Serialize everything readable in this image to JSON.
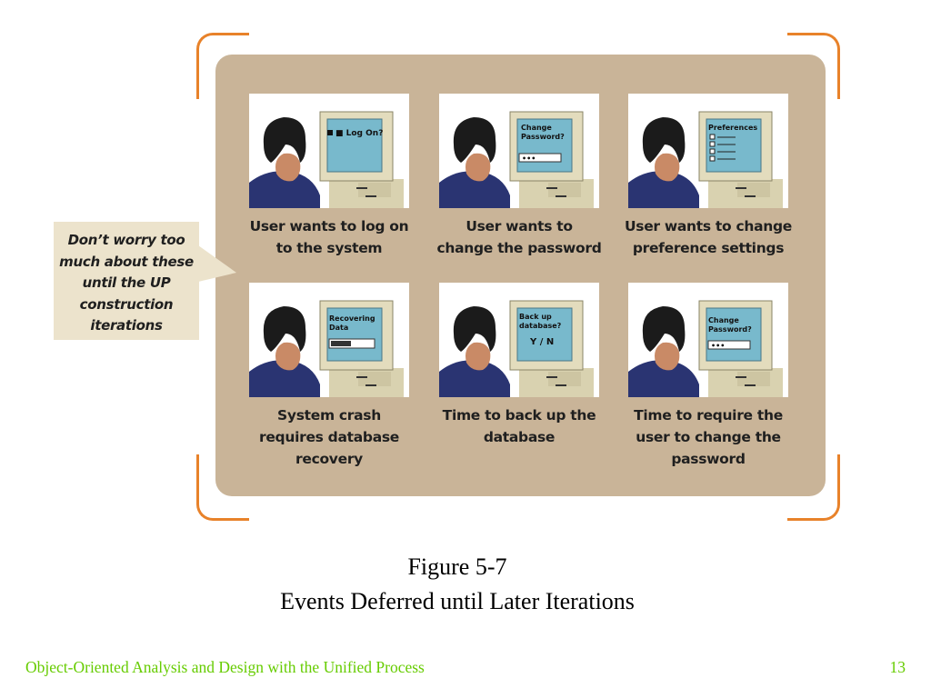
{
  "callout": {
    "text": "Don’t worry too\nmuch about these\nuntil the UP\nconstruction\niterations"
  },
  "panels": [
    {
      "screen_lines": [
        "■ Log On?"
      ],
      "caption": "User wants to log on\nto the system"
    },
    {
      "screen_lines": [
        "Change",
        "Password?",
        "•••"
      ],
      "caption": "User wants to\nchange the password"
    },
    {
      "screen_lines": [
        "Preferences"
      ],
      "caption": "User wants to change\npreference settings"
    },
    {
      "screen_lines": [
        "Recovering",
        "Data"
      ],
      "caption": "System crash\nrequires database\nrecovery"
    },
    {
      "screen_lines": [
        "Back up",
        "database?",
        "Y / N"
      ],
      "caption": "Time to back up the\ndatabase"
    },
    {
      "screen_lines": [
        "Change",
        "Password?",
        "•••"
      ],
      "caption": "Time to require the\nuser to change the\npassword"
    }
  ],
  "figure": {
    "number": "Figure 5-7",
    "title": "Events Deferred until Later Iterations"
  },
  "footer": {
    "course": "Object-Oriented Analysis and Design with the Unified Process",
    "page": "13"
  },
  "colors": {
    "panel_bg": "#c9b498",
    "bracket": "#e8822a",
    "callout_bg": "#ece3cc",
    "footer_text": "#66cc00"
  }
}
